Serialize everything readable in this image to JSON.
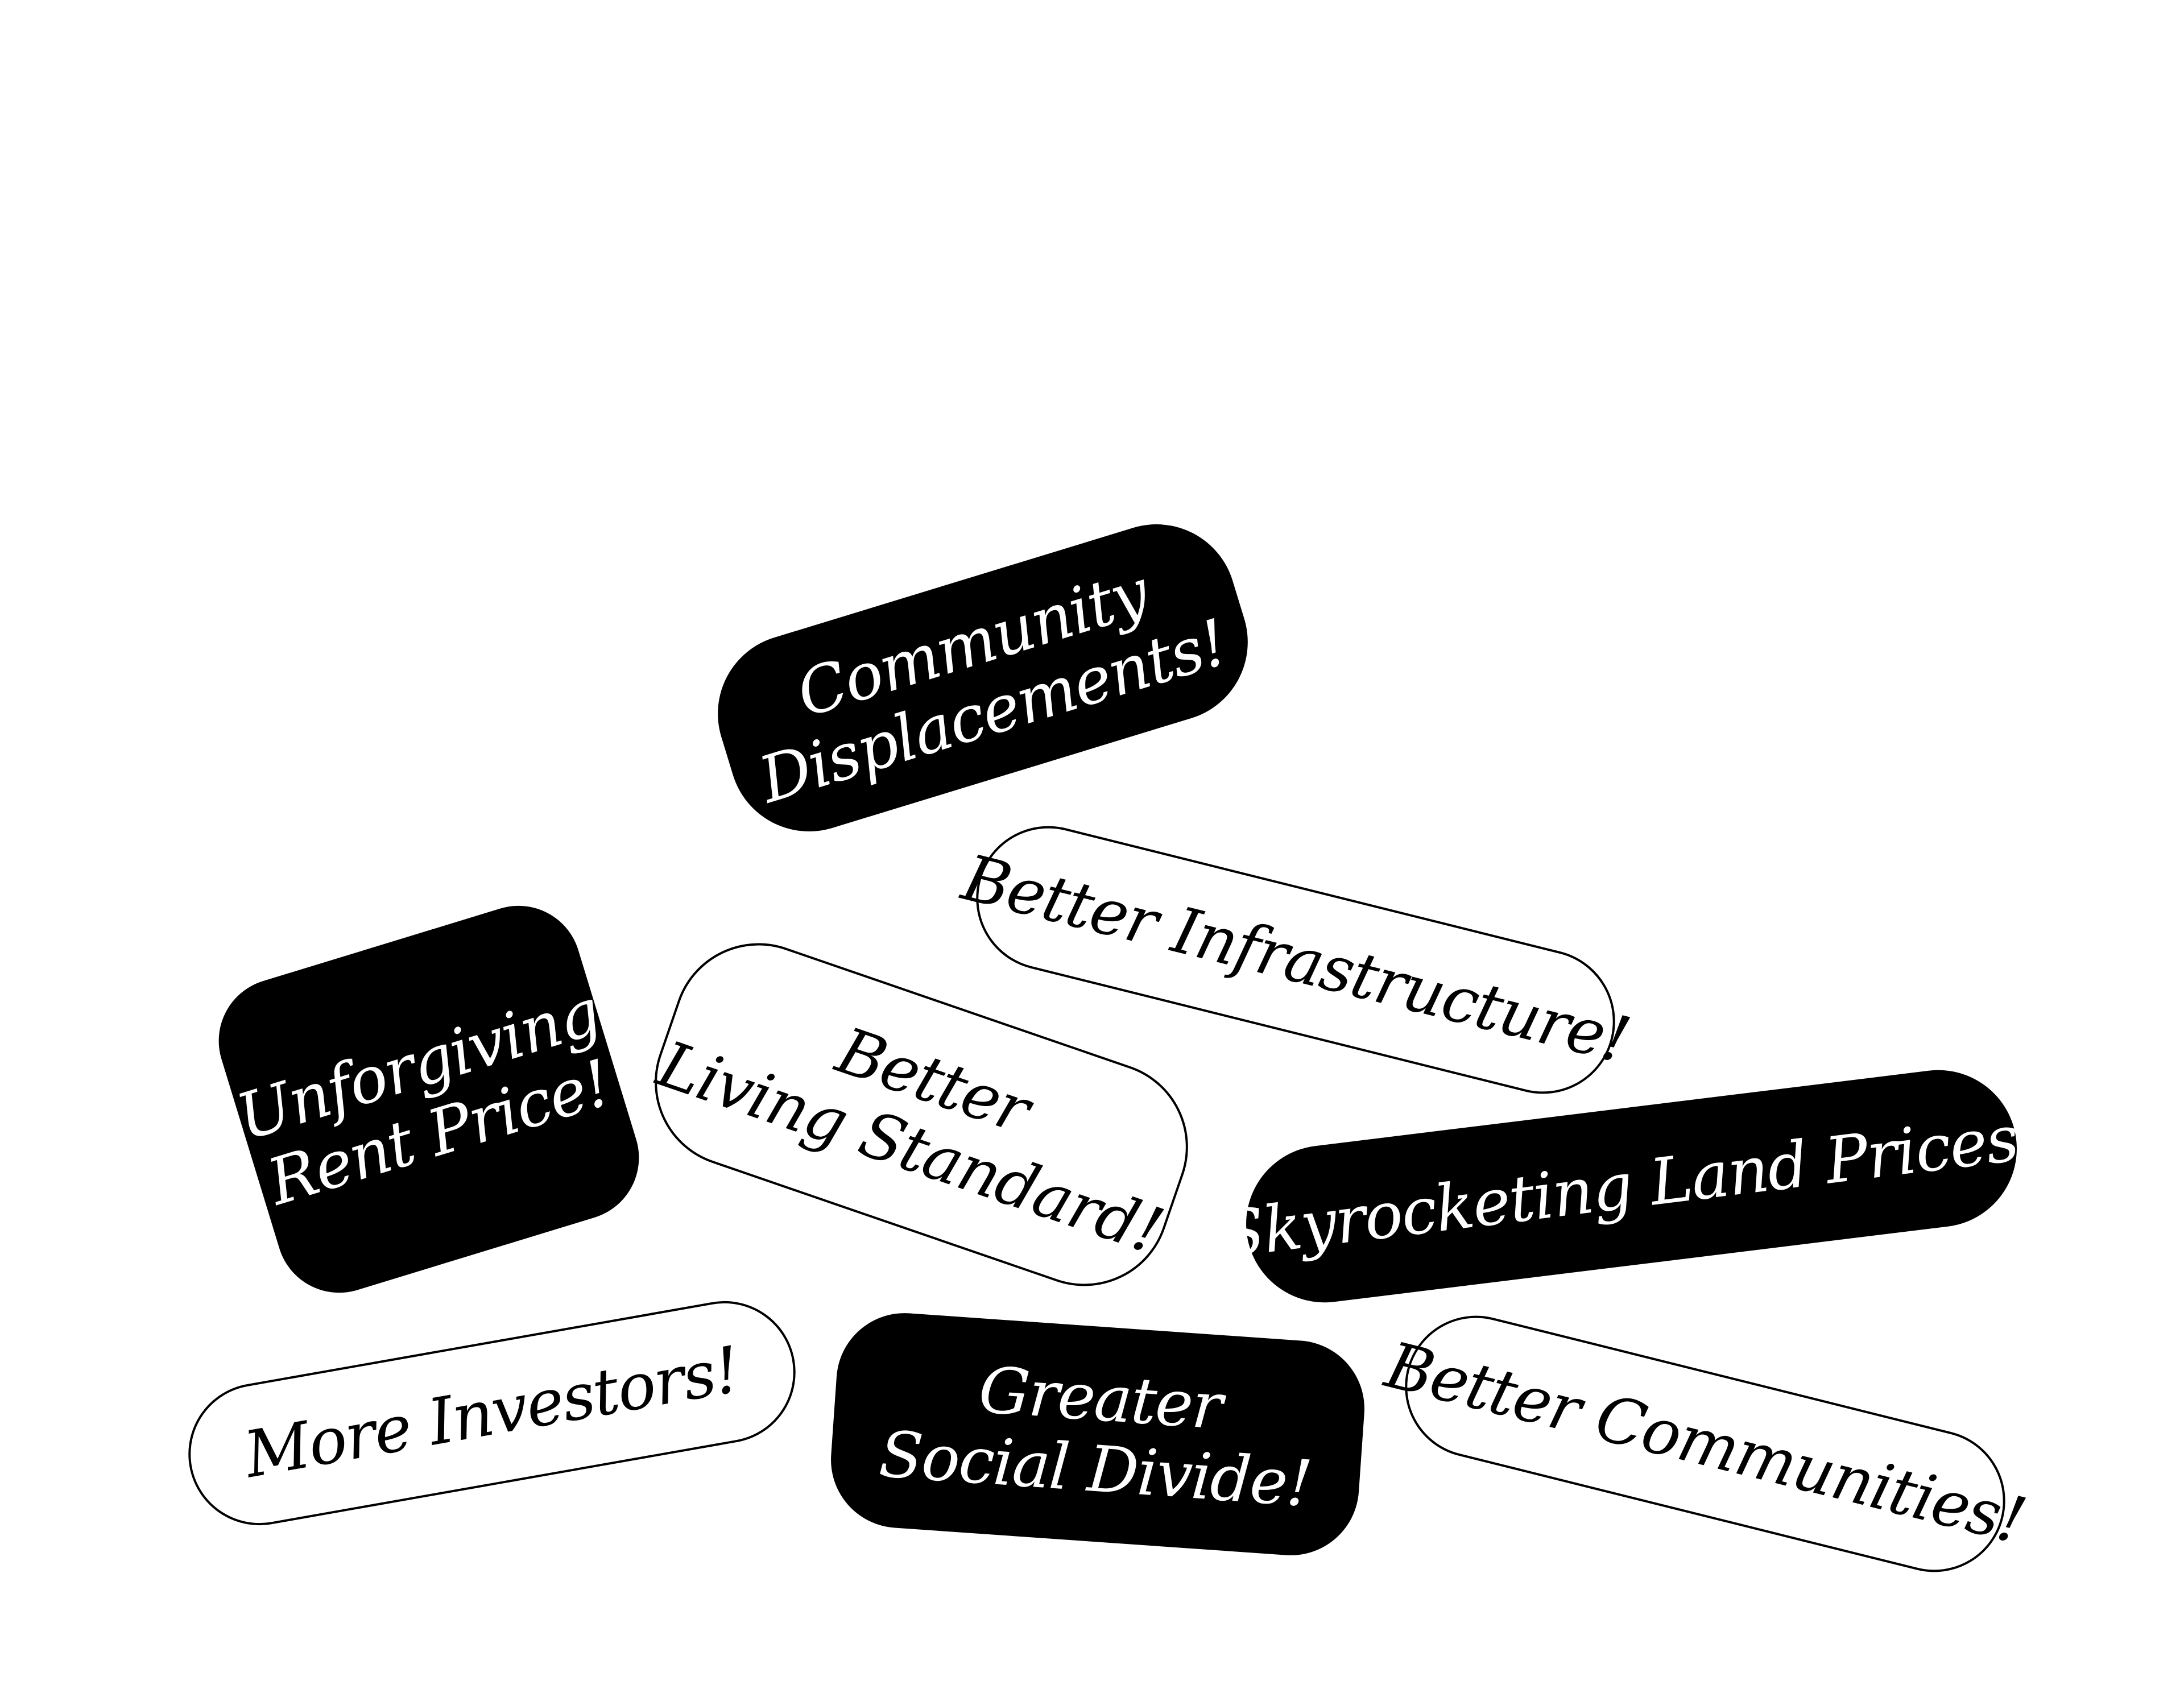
{
  "colors": {
    "background": "#ffffff",
    "dark_fill": "#000000",
    "dark_text": "#ffffff",
    "light_fill": "#ffffff",
    "light_text": "#000000",
    "outline": "#000000"
  },
  "tags": {
    "community_displacements": {
      "style": "dark",
      "lines": [
        "Community",
        "Displacements!"
      ]
    },
    "better_infrastructure": {
      "style": "outline",
      "lines": [
        "Better Infrastructure!"
      ]
    },
    "unforgiving_rent_price": {
      "style": "dark",
      "lines": [
        "Unforgiving",
        "Rent Price!"
      ]
    },
    "better_living_standard": {
      "style": "outline",
      "lines": [
        "Better",
        "Living Standard!"
      ]
    },
    "skyrocketing_land_prices": {
      "style": "dark",
      "lines": [
        "Skyrocketing Land Prices!"
      ]
    },
    "more_investors": {
      "style": "outline",
      "lines": [
        "More Investors!"
      ]
    },
    "greater_social_divide": {
      "style": "dark",
      "lines": [
        "Greater",
        "Social Divide!"
      ]
    },
    "better_communities": {
      "style": "outline",
      "lines": [
        "Better Communities!"
      ]
    }
  }
}
